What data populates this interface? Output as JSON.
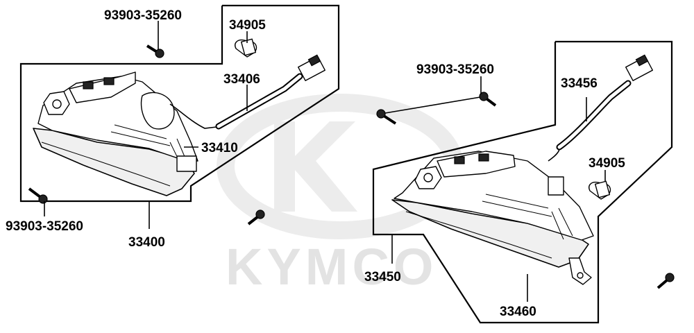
{
  "watermark": {
    "brand": "KYMCO",
    "color": "#e3e3e3"
  },
  "labels": {
    "screw_top_left": "93903-35260",
    "bulb_left": "34905",
    "harness_left": "33406",
    "housing_left": "33410",
    "screw_bottom_left": "93903-35260",
    "assembly_left": "33400",
    "screw_right": "93903-35260",
    "harness_right": "33456",
    "bulb_right": "34905",
    "assembly_right": "33450",
    "lens_right": "33460"
  }
}
